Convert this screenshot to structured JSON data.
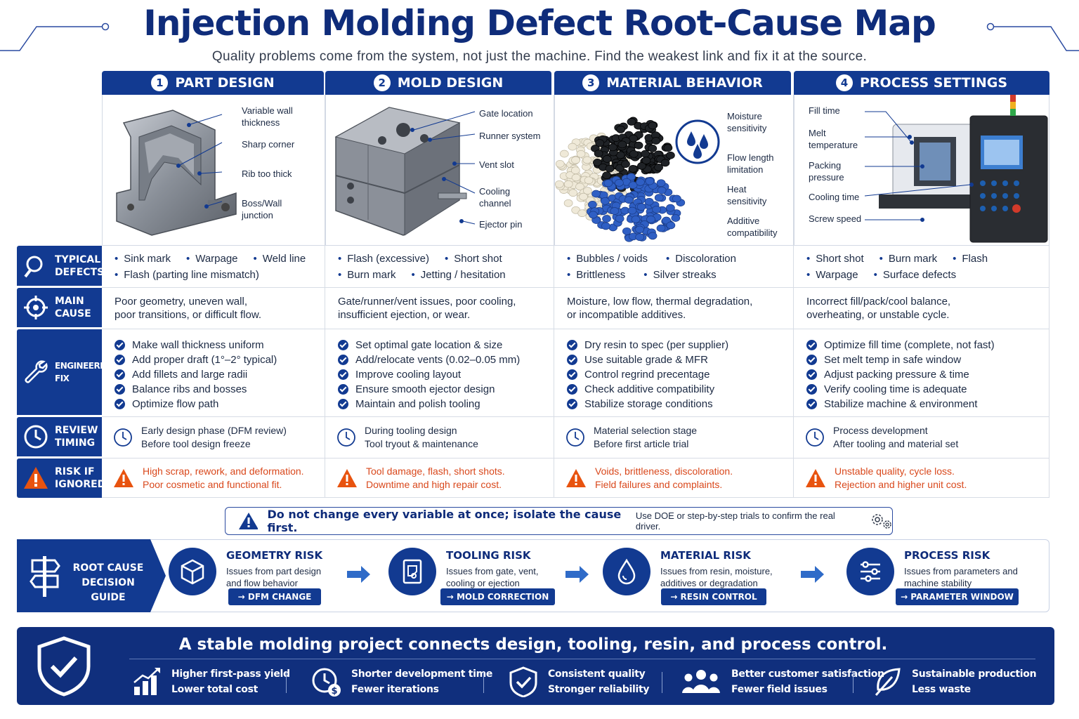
{
  "title": "Injection Molding Defect Root-Cause Map",
  "subtitle": "Quality problems come from the system, not just the machine. Find the weakest link and fix it at the source.",
  "columns": [
    {
      "num": "1",
      "label": "PART DESIGN"
    },
    {
      "num": "2",
      "label": "MOLD DESIGN"
    },
    {
      "num": "3",
      "label": "MATERIAL BEHAVIOR"
    },
    {
      "num": "4",
      "label": "PROCESS SETTINGS"
    }
  ],
  "callouts": {
    "part": [
      "Variable wall\nthickness",
      "Sharp corner",
      "Rib too thick",
      "Boss/Wall\njunction"
    ],
    "mold": [
      "Gate location",
      "Runner system",
      "Vent slot",
      "Cooling\nchannel",
      "Ejector pin"
    ],
    "material": [
      "Moisture\nsensitivity",
      "Flow length\nlimitation",
      "Heat\nsensitivity",
      "Additive\ncompatibility"
    ],
    "process": [
      "Fill time",
      "Melt\ntemperature",
      "Packing\npressure",
      "Cooling time",
      "Screw speed"
    ]
  },
  "row_labels": {
    "defects": "TYPICAL\nDEFECTS",
    "cause": "MAIN\nCAUSE",
    "fix": "ENGINEERING\nFIX",
    "timing": "REVIEW\nTIMING",
    "risk": "RISK IF\nIGNORED"
  },
  "defects": [
    [
      "Sink mark",
      "Warpage",
      "Weld line",
      "Flash (parting line mismatch)"
    ],
    [
      "Flash (excessive)",
      "Short shot",
      "Burn mark",
      "Jetting / hesitation"
    ],
    [
      "Bubbles / voids",
      "Discoloration",
      "Brittleness",
      "Silver streaks"
    ],
    [
      "Short shot",
      "Burn mark",
      "Flash",
      "Warpage",
      "Surface defects"
    ]
  ],
  "causes": [
    "Poor geometry, uneven wall,\npoor transitions, or difficult flow.",
    "Gate/runner/vent issues, poor cooling,\ninsufficient ejection, or wear.",
    "Moisture, low flow, thermal degradation,\nor incompatible additives.",
    "Incorrect fill/pack/cool balance,\noverheating, or unstable cycle."
  ],
  "fixes": [
    [
      "Make wall thickness uniform",
      "Add proper draft (1°–2° typical)",
      "Add fillets and large radii",
      "Balance ribs and bosses",
      "Optimize flow path"
    ],
    [
      "Set optimal gate location & size",
      "Add/relocate vents (0.02–0.05 mm)",
      "Improve cooling layout",
      "Ensure smooth ejector design",
      "Maintain and polish tooling"
    ],
    [
      "Dry resin to spec (per supplier)",
      "Use suitable grade & MFR",
      "Control regrind precentage",
      "Check additive compatibility",
      "Stabilize storage conditions"
    ],
    [
      "Optimize fill time (complete, not fast)",
      "Set melt temp in safe window",
      "Adjust packing pressure & time",
      "Verify cooling time is adequate",
      "Stabilize machine & environment"
    ]
  ],
  "timing": [
    "Early design phase (DFM review)\nBefore tool design freeze",
    "During tooling design\nTool tryout & maintenance",
    "Material selection stage\nBefore first article trial",
    "Process development\nAfter tooling and material set"
  ],
  "risks": [
    "High scrap, rework, and deformation.\nPoor cosmetic and functional fit.",
    "Tool damage, flash, short shots.\nDowntime and high repair cost.",
    "Voids, brittleness, discoloration.\nField failures and complaints.",
    "Unstable quality, cycle loss.\nRejection and higher unit cost."
  ],
  "warning": {
    "main": "Do not change every variable at once; isolate the cause first.",
    "sub": "Use DOE or step-by-step trials to confirm the real driver."
  },
  "guide": {
    "label": "ROOT CAUSE\nDECISION GUIDE",
    "items": [
      {
        "title": "GEOMETRY RISK",
        "desc": "Issues from part design\nand flow behavior",
        "button": "→ DFM CHANGE",
        "icon": "cube-icon"
      },
      {
        "title": "TOOLING RISK",
        "desc": "Issues from gate, vent,\ncooling or ejection",
        "button": "→ MOLD CORRECTION",
        "icon": "mold-icon"
      },
      {
        "title": "MATERIAL RISK",
        "desc": "Issues from resin, moisture,\nadditives or degradation",
        "button": "→ RESIN CONTROL",
        "icon": "drop-icon"
      },
      {
        "title": "PROCESS RISK",
        "desc": "Issues from parameters and\nmachine stability",
        "button": "→ PARAMETER WINDOW",
        "icon": "sliders-icon"
      }
    ]
  },
  "footer": {
    "title": "A stable molding project connects design, tooling, resin, and process control.",
    "benefits": [
      {
        "text": "Higher first-pass yield\nLower total cost",
        "icon": "growth-chart-icon"
      },
      {
        "text": "Shorter development time\nFewer iterations",
        "icon": "clock-dollar-icon"
      },
      {
        "text": "Consistent quality\nStronger reliability",
        "icon": "shield-check-icon"
      },
      {
        "text": "Better customer satisfaction\nFewer field issues",
        "icon": "people-icon"
      },
      {
        "text": "Sustainable production\nLess waste",
        "icon": "leaf-icon"
      }
    ]
  },
  "colors": {
    "primary": "#123a91",
    "title": "#0f2c7a",
    "risk": "#d9481c",
    "warning": "#e8530f"
  }
}
